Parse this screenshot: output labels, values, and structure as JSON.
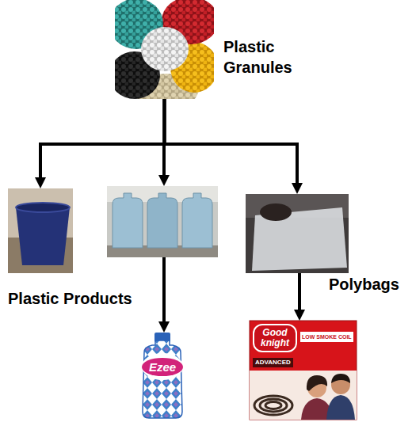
{
  "diagram": {
    "nodes": [
      {
        "text": [
          "Plastic Granules"
        ]
      },
      {
        "text": []
      },
      {
        "text": []
      },
      {
        "text": [
          "Polybags"
        ]
      },
      {
        "text": [
          "Ezee"
        ]
      },
      {
        "text": [
          "Good knight",
          "ADVANCED",
          "LOW SMOKE COIL"
        ]
      }
    ],
    "edges": [
      {
        "from": 0,
        "to": 1,
        "arrow": "to"
      },
      {
        "from": 0,
        "to": 2,
        "arrow": "to"
      },
      {
        "from": 0,
        "to": 3,
        "arrow": "to"
      },
      {
        "from": 2,
        "to": 4,
        "arrow": "to"
      },
      {
        "from": 3,
        "to": 5,
        "arrow": "to"
      }
    ],
    "labels": [
      "Plastic Products"
    ]
  }
}
